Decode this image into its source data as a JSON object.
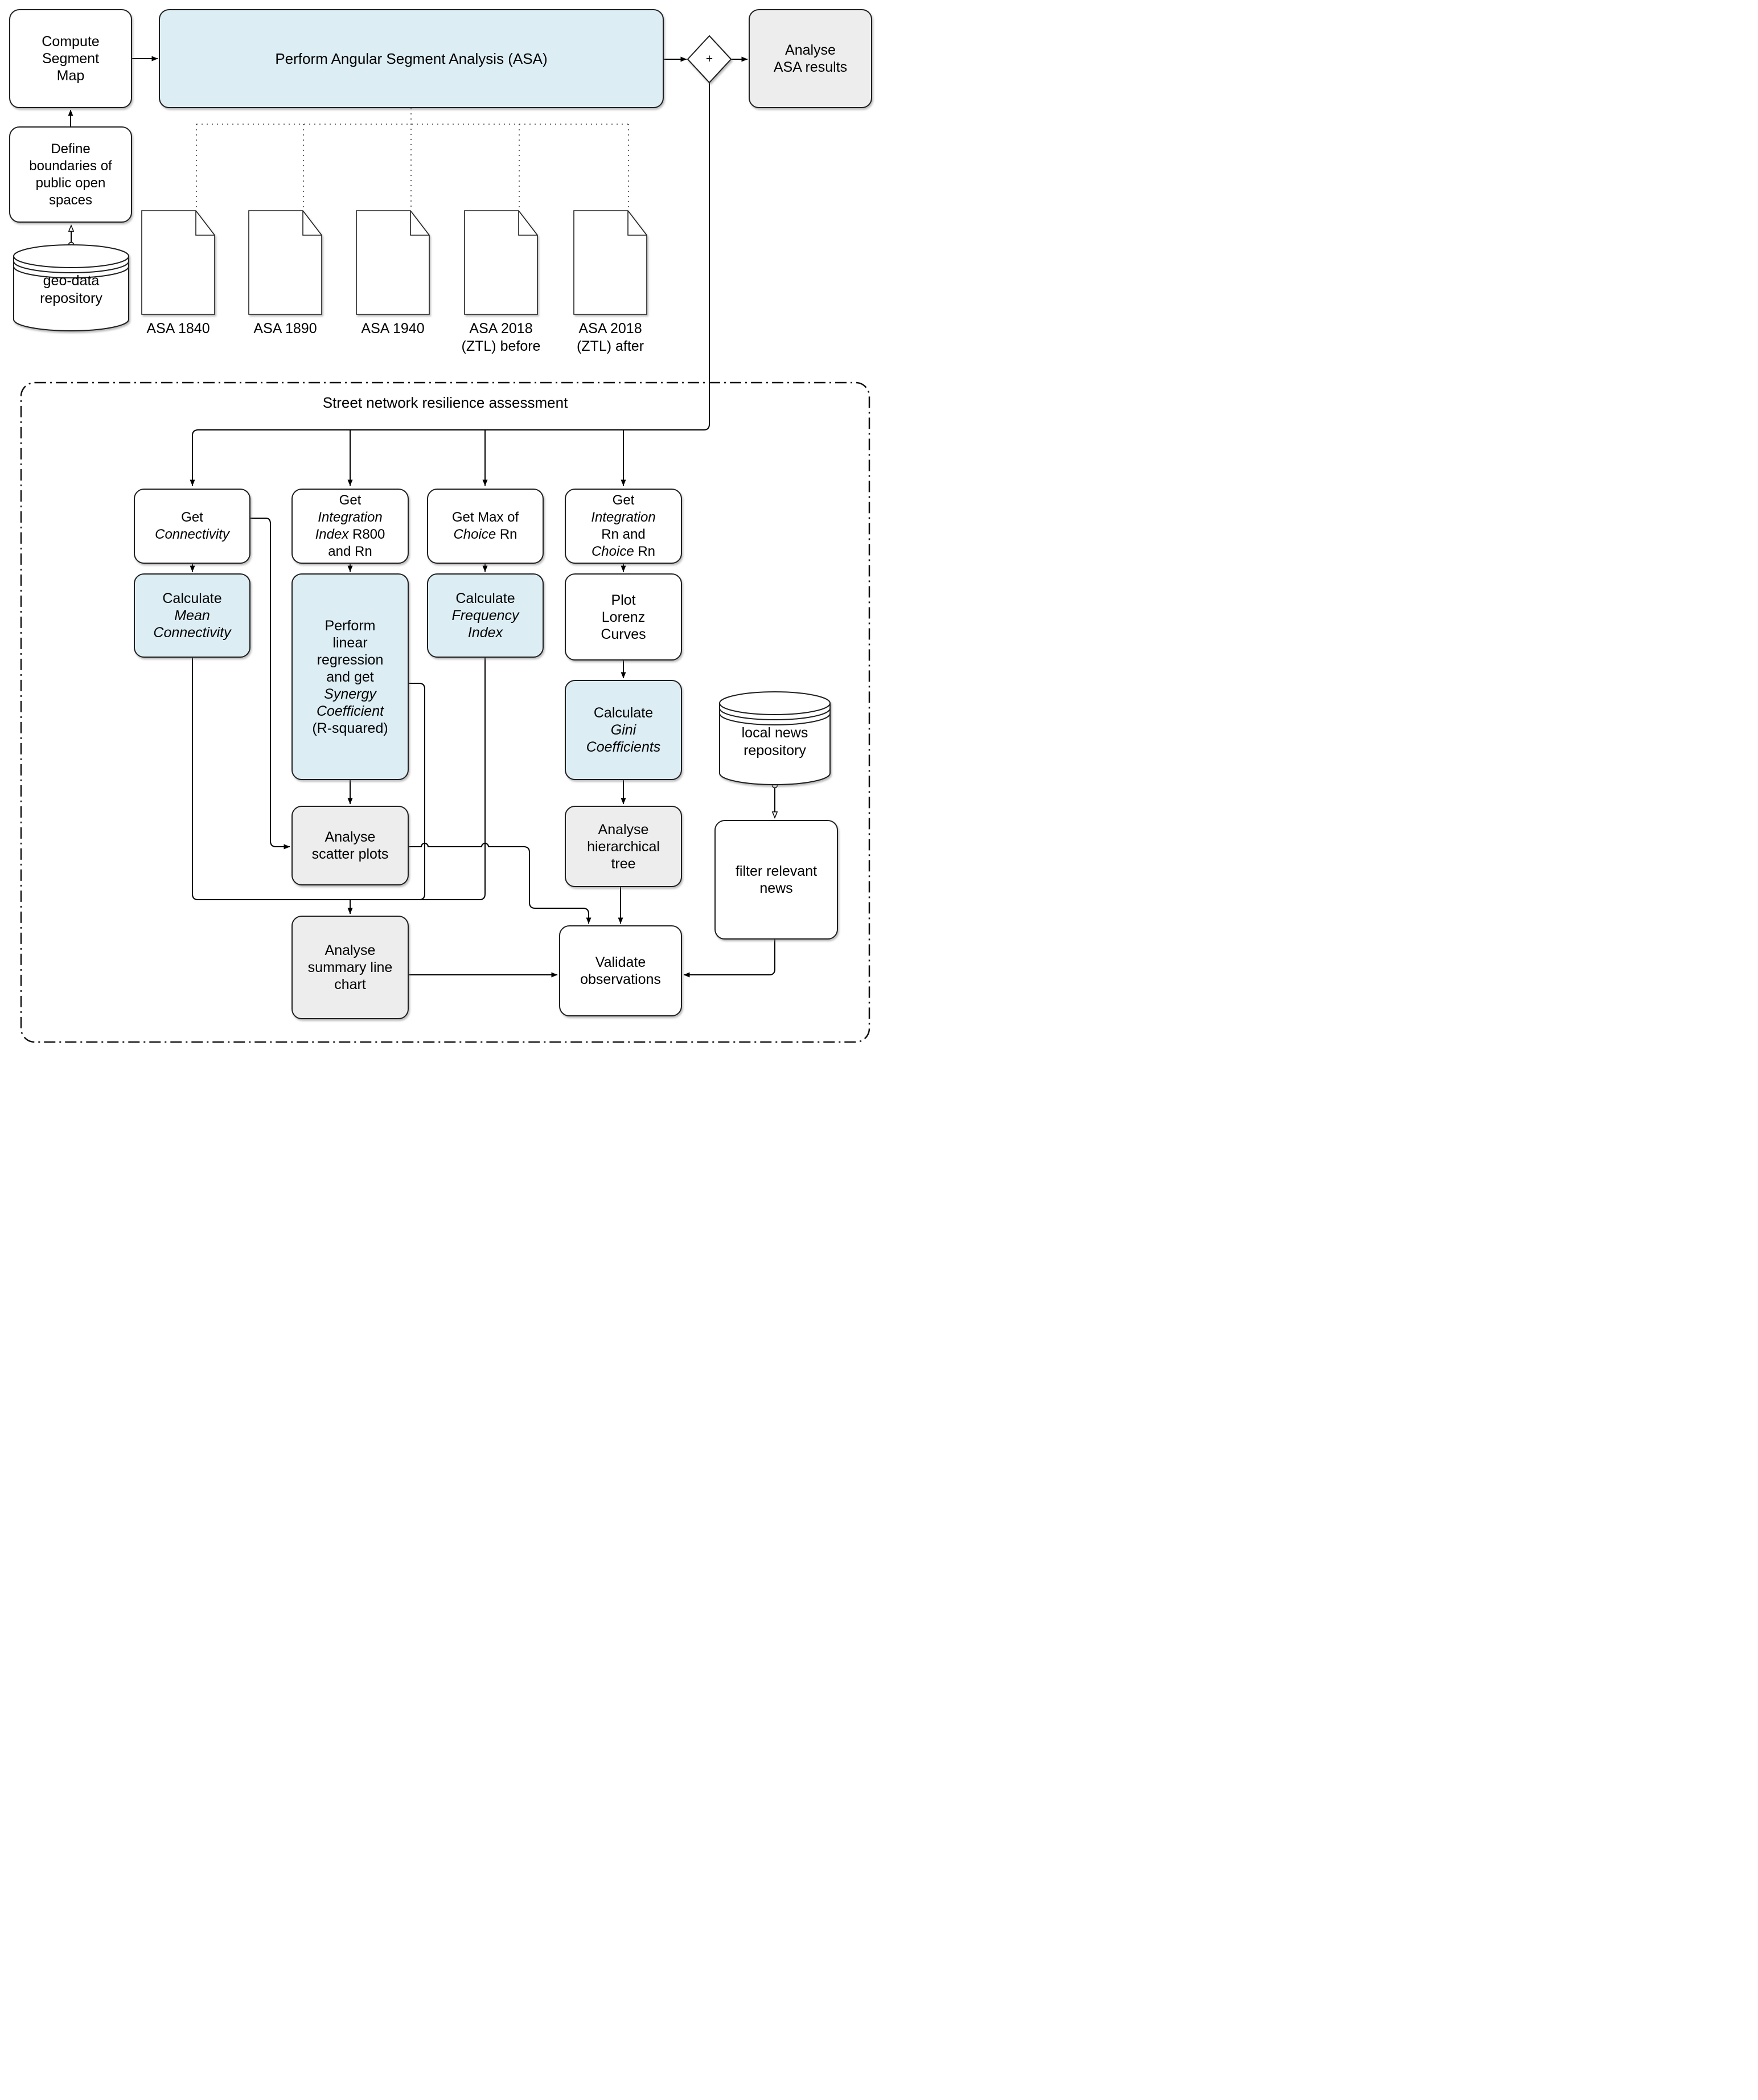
{
  "top": {
    "compute_segment_map": {
      "l1": "Compute",
      "l2": "Segment",
      "l3": "Map"
    },
    "asa_process": "Perform Angular Segment Analysis (ASA)",
    "gateway_plus": "+",
    "analyse_asa_results": {
      "l1": "Analyse",
      "l2": "ASA results"
    },
    "define_boundaries": {
      "l1": "Define",
      "l2": "boundaries of",
      "l3": "public open",
      "l4": "spaces"
    },
    "geo_repository": {
      "l1": "geo-data",
      "l2": "repository"
    },
    "documents": [
      {
        "l1": "ASA 1840",
        "l2": ""
      },
      {
        "l1": "ASA 1890",
        "l2": ""
      },
      {
        "l1": "ASA 1940",
        "l2": ""
      },
      {
        "l1": "ASA 2018",
        "l2": "(ZTL) before"
      },
      {
        "l1": "ASA 2018",
        "l2": "(ZTL) after"
      }
    ]
  },
  "assessment": {
    "title": "Street network resilience assessment",
    "get_connectivity": {
      "l1": "Get",
      "l2": "Connectivity"
    },
    "get_integration_index": {
      "l1": "Get",
      "l2": "Integration",
      "l3a": "Index",
      "l3b": "R800",
      "l4": "and Rn"
    },
    "get_max_choice": {
      "l1": "Get Max of",
      "l2a": "Choice",
      "l2b": "Rn"
    },
    "get_integration_choice": {
      "l1": "Get",
      "l2": "Integration",
      "l3": "Rn and",
      "l4a": "Choice",
      "l4b": "Rn"
    },
    "calc_mean_connectivity": {
      "l1": "Calculate",
      "l2": "Mean",
      "l3": "Connectivity"
    },
    "perform_regression": {
      "l1": "Perform",
      "l2": "linear",
      "l3": "regression",
      "l4": "and get",
      "l5": "Synergy",
      "l6": "Coefficient",
      "l7": "(R-squared)"
    },
    "calc_frequency": {
      "l1": "Calculate",
      "l2": "Frequency",
      "l3": "Index"
    },
    "plot_lorenz": {
      "l1": "Plot",
      "l2": "Lorenz",
      "l3": "Curves"
    },
    "calc_gini": {
      "l1": "Calculate",
      "l2": "Gini",
      "l3": "Coefficients"
    },
    "analyse_tree": {
      "l1": "Analyse",
      "l2": "hierarchical",
      "l3": "tree"
    },
    "analyse_scatter": {
      "l1": "Analyse",
      "l2": "scatter plots"
    },
    "analyse_summary": {
      "l1": "Analyse",
      "l2": "summary line",
      "l3": "chart"
    },
    "validate": {
      "l1": "Validate",
      "l2": "observations"
    },
    "filter_news": {
      "l1": "filter relevant",
      "l2": "news"
    },
    "local_news_repository": {
      "l1": "local news",
      "l2": "repository"
    }
  },
  "colors": {
    "highlight_fill": "#dcedf4",
    "result_fill": "#ededed",
    "plain_fill": "#ffffff",
    "edge": "#1f1f1f"
  }
}
